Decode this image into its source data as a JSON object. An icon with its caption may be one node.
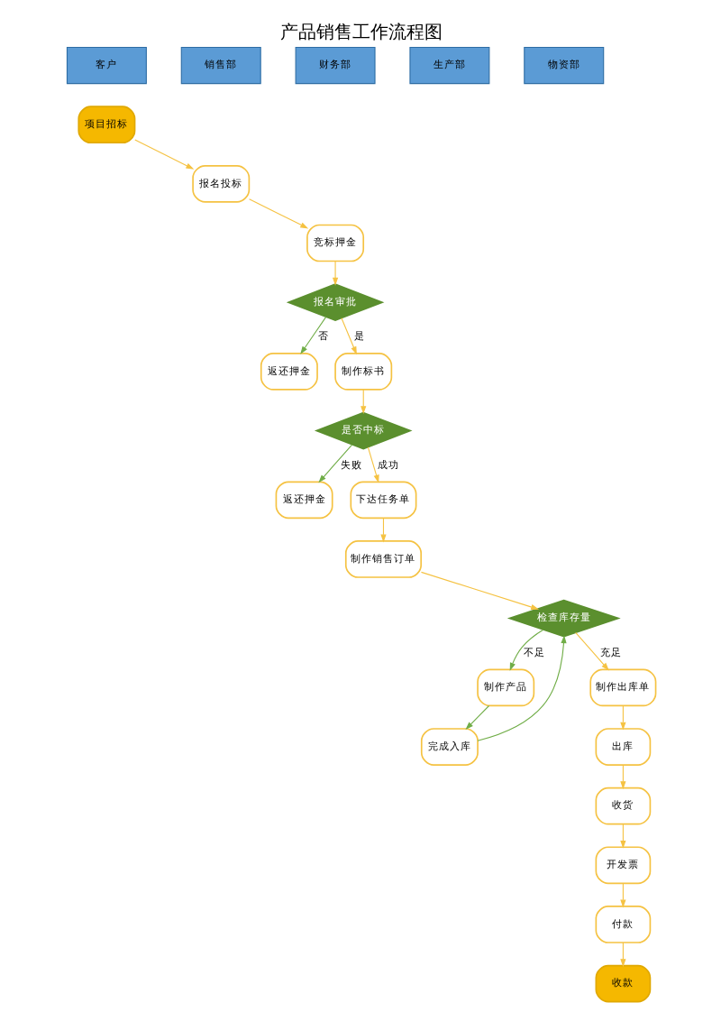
{
  "diagram": {
    "title": "产品销售工作流程图",
    "nodes": [
      {
        "text": [
          "客户"
        ]
      },
      {
        "text": [
          "销售部"
        ]
      },
      {
        "text": [
          "财务部"
        ]
      },
      {
        "text": [
          "生产部"
        ]
      },
      {
        "text": [
          "物资部"
        ]
      },
      {
        "text": [
          "项目招标"
        ]
      },
      {
        "text": [
          "报名投标"
        ]
      },
      {
        "text": [
          "竞标押金"
        ]
      },
      {
        "text": [
          "报名审批"
        ]
      },
      {
        "text": [
          "返还押金"
        ]
      },
      {
        "text": [
          "制作标书"
        ]
      },
      {
        "text": [
          "是否中标"
        ]
      },
      {
        "text": [
          "返还押金"
        ]
      },
      {
        "text": [
          "下达任务单"
        ]
      },
      {
        "text": [
          "制作销售订单"
        ]
      },
      {
        "text": [
          "完成入库"
        ]
      },
      {
        "text": [
          "检查库存量"
        ]
      },
      {
        "text": [
          "制作产品"
        ]
      },
      {
        "text": [
          "制作出库单"
        ]
      },
      {
        "text": [
          "出库"
        ]
      },
      {
        "text": [
          "收货"
        ]
      },
      {
        "text": [
          "开发票"
        ]
      },
      {
        "text": [
          "付款"
        ]
      },
      {
        "text": [
          "收款"
        ]
      }
    ],
    "edges": [
      {
        "from": 5,
        "to": 6,
        "arrow": "to"
      },
      {
        "from": 6,
        "to": 7,
        "arrow": "to"
      },
      {
        "from": 7,
        "to": 8,
        "arrow": "to"
      },
      {
        "from": 8,
        "to": 9,
        "arrow": "to",
        "label": "否",
        "color": "#70ad47"
      },
      {
        "from": 8,
        "to": 10,
        "arrow": "to",
        "label": "是"
      },
      {
        "from": 10,
        "to": 11,
        "arrow": "to"
      },
      {
        "from": 11,
        "to": 12,
        "arrow": "to",
        "label": "失败",
        "color": "#70ad47"
      },
      {
        "from": 11,
        "to": 13,
        "arrow": "to",
        "label": "成功"
      },
      {
        "from": 13,
        "to": 14,
        "arrow": "to"
      },
      {
        "from": 14,
        "to": 16,
        "arrow": "to"
      },
      {
        "from": 16,
        "to": 17,
        "arrow": "to",
        "label": "不足",
        "color": "#70ad47"
      },
      {
        "from": 17,
        "to": 15,
        "arrow": "to",
        "color": "#70ad47"
      },
      {
        "from": 15,
        "to": 16,
        "arrow": "to",
        "color": "#70ad47"
      },
      {
        "from": 16,
        "to": 18,
        "arrow": "to",
        "label": "充足"
      },
      {
        "from": 18,
        "to": 19,
        "arrow": "to"
      },
      {
        "from": 19,
        "to": 20,
        "arrow": "to"
      },
      {
        "from": 20,
        "to": 21,
        "arrow": "to"
      },
      {
        "from": 21,
        "to": 22,
        "arrow": "to"
      },
      {
        "from": 22,
        "to": 23,
        "arrow": "to"
      }
    ]
  }
}
